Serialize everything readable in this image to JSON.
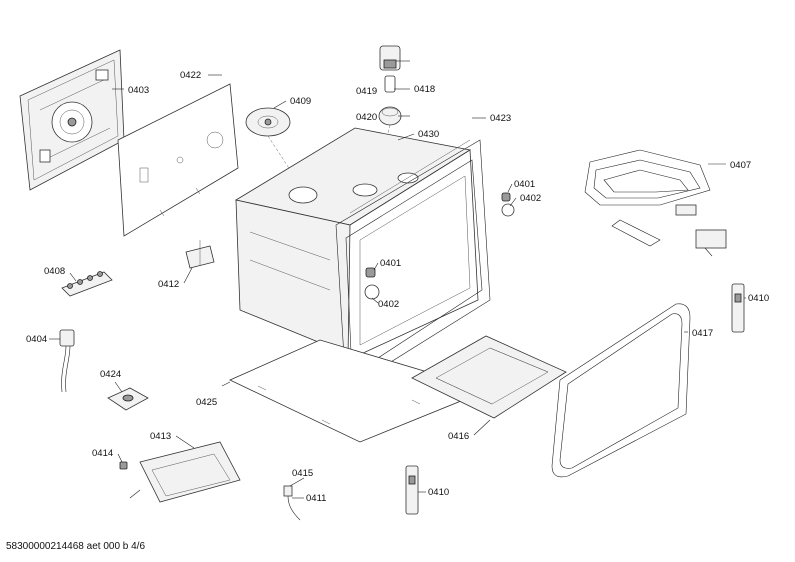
{
  "labels": {
    "p0403": "0403",
    "p0422": "0422",
    "p0409": "0409",
    "p0419": "0419",
    "p0418": "0418",
    "p0420": "0420",
    "p0430": "0430",
    "p0423": "0423",
    "p0401a": "0401",
    "p0402a": "0402",
    "p0407": "0407",
    "p0408": "0408",
    "p0412": "0412",
    "p0401b": "0401",
    "p0402b": "0402",
    "p0410a": "0410",
    "p0404": "0404",
    "p0417": "0417",
    "p0424": "0424",
    "p0425": "0425",
    "p0416": "0416",
    "p0413": "0413",
    "p0414": "0414",
    "p0415": "0415",
    "p0411": "0411",
    "p0410b": "0410"
  },
  "footer": "58300000214468 aet 000 b 4/6"
}
